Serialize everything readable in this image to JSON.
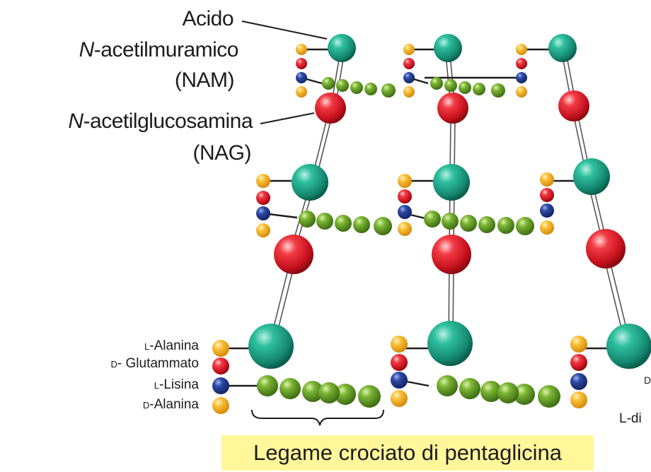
{
  "labels": {
    "nam": {
      "line1": "Acido",
      "line2_prefix": "N",
      "line2_rest": "-acetilmuramico",
      "line3": "(NAM)"
    },
    "nag": {
      "line1_prefix": "N",
      "line1_rest": "-acetilglucosamina",
      "line2": "(NAG)"
    },
    "peptide": {
      "ala_l_prefix": "L",
      "ala_l": "-Alanina",
      "glu_d_prefix": "D",
      "glu_d": "- Glutammato",
      "lys_l_prefix": "L",
      "lys_l": "-Lisina",
      "ala_d_prefix": "D",
      "ala_d": "-Alanina"
    },
    "edge_right_1": "D",
    "edge_right_2": "L-di",
    "pentaglycine": "Legame crociato di pentaglicina"
  },
  "colors": {
    "nam": "#1aa58a",
    "nag": "#e01e2c",
    "alanine": "#f5b31f",
    "glutamate": "#e01e2c",
    "lysine": "#243d8f",
    "glycine": "#6aa22a",
    "callout": "#fff79a"
  }
}
